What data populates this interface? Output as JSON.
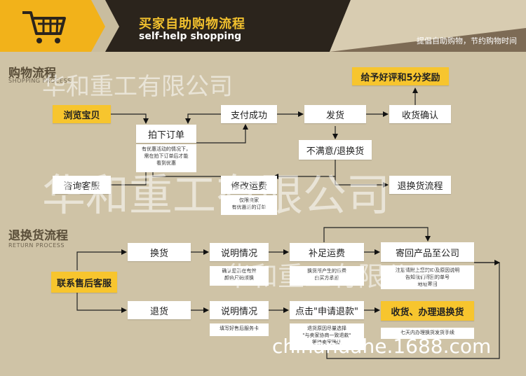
{
  "header": {
    "title_cn": "买家自助购物流程",
    "title_en": "self-help shopping",
    "slogan": "提倡自助购物，节约购物时间"
  },
  "sections": {
    "shopping": {
      "cn": "购物流程",
      "en": "SHOPPING PROCESS"
    },
    "return": {
      "cn": "退换货流程",
      "en": "RETURN PROCESS"
    }
  },
  "shopping": {
    "browse": "浏览宝贝",
    "consult": "咨询客服",
    "order": "拍下订单",
    "order_note": [
      "有优惠活动的情况下，",
      "需在拍下订单后才能",
      "看到优惠"
    ],
    "pay": "支付成功",
    "modify_fee": "修改运费",
    "modify_note": [
      "仅限卖家",
      "有优惠活的订单"
    ],
    "ship": "发货",
    "unsatisfied": "不满意/退换货",
    "receive": "收货确认",
    "review": "给予好评和5分奖励",
    "return_flow": "退换货流程"
  },
  "returns": {
    "contact": "联系售后客服",
    "exchange": "换货",
    "refund": "退货",
    "explain1": "说明情况",
    "explain1_note": [
      "确认是否在有效",
      "颜色尺码须换"
    ],
    "explain2": "说明情况",
    "explain2_note": [
      "填写好售后服务卡"
    ],
    "topup": "补足运费",
    "topup_note": [
      "换货所产生的运费",
      "由买方承担"
    ],
    "apply_refund": "点击\"申请退款\"",
    "apply_note": [
      "退货原因尽量选择",
      "\"与卖家协商一致退款\"",
      "等待卖家确认"
    ],
    "send_back": "寄回产品至公司",
    "send_note": [
      "注意请附上您的ID及原因说明",
      "告知我们寄回的单号",
      "地址寄回"
    ],
    "handle": "收货、办理退换货",
    "handle_note": [
      "七天内办理换货发货手续"
    ]
  },
  "watermarks": {
    "company": "华和重工有限公司",
    "site": "chinanuahe.1688.com"
  },
  "colors": {
    "accent": "#f7c52e",
    "background": "#cfc3a6",
    "banner": "#f2b21a"
  }
}
